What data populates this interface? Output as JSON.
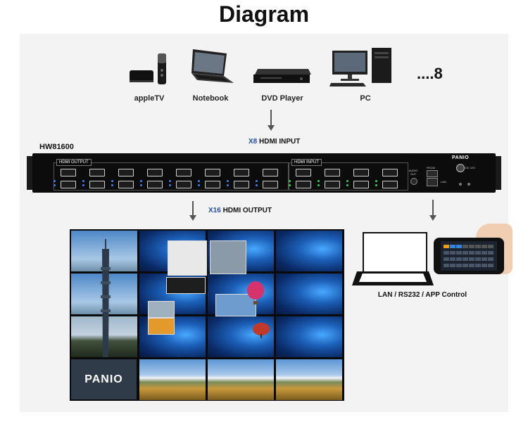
{
  "title": "Diagram",
  "sources": [
    {
      "label": "appleTV",
      "icon": "apple-tv-icon"
    },
    {
      "label": "Notebook",
      "icon": "notebook-icon"
    },
    {
      "label": "DVD Player",
      "icon": "dvd-player-icon"
    },
    {
      "label": "PC",
      "icon": "pc-icon"
    }
  ],
  "more_sources": "....8",
  "input_caption": {
    "count": "X8",
    "text": "HDMI INPUT"
  },
  "device": {
    "model": "HW81600",
    "output_group_label": "HDMI OUTPUT",
    "input_group_label": "HDMI INPUT",
    "audio_label": "AUDIO OUT",
    "rs232_label": "RS232",
    "lan_label": "LAN",
    "dc_label": "DC 12V",
    "brand": "PANIO"
  },
  "output_caption": {
    "count": "X16",
    "text": "HDMI OUTPUT"
  },
  "wall_logo": "PANIO",
  "control_label": "LAN / RS232 / APP Control",
  "colors": {
    "accent_blue": "#1f4fa8",
    "device_body": "#0c0c0c",
    "led_blue": "#3d7fff",
    "led_green": "#34d058"
  }
}
